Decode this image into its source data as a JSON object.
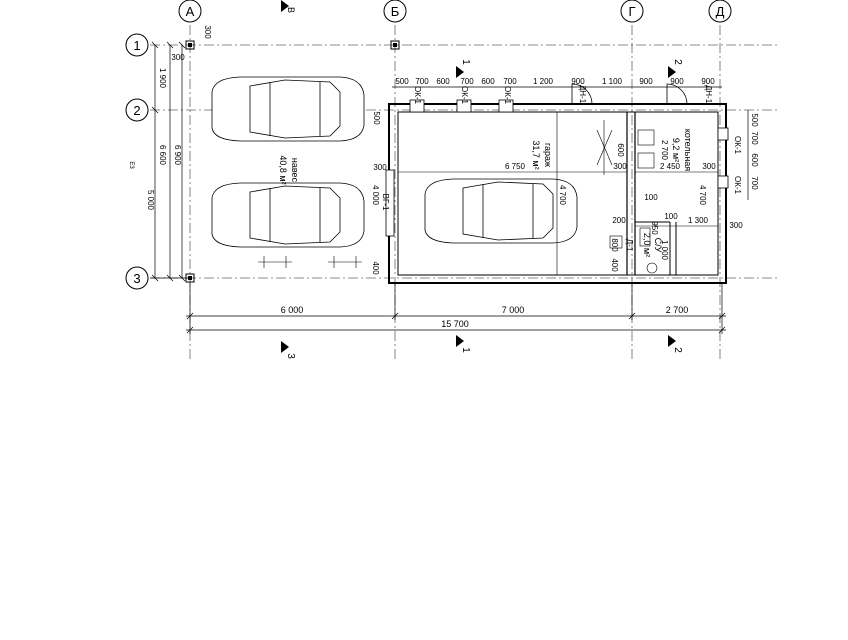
{
  "axes_letters": [
    "А",
    "Б",
    "Г",
    "Д"
  ],
  "axes_numbers": [
    "1",
    "2",
    "3"
  ],
  "axis_b_partial": "В",
  "section_marks": [
    "1",
    "2",
    "3"
  ],
  "bottom_dims": {
    "d1": "6 000",
    "d2": "7 000",
    "d3": "2 700",
    "total": "15 700"
  },
  "left_dims": {
    "d1": "1 900",
    "d2": "6 600",
    "d3": "6 900",
    "d4": "5 000",
    "d5": "300",
    "d6": "300"
  },
  "top_dims": [
    "500",
    "700",
    "600",
    "700",
    "600",
    "700",
    "1 200",
    "900",
    "1 100",
    "900",
    "900",
    "900"
  ],
  "right_dims": [
    "500",
    "700",
    "600",
    "700",
    "300"
  ],
  "labels": {
    "naves": "навес",
    "naves_area": "40,8 м²",
    "garazh": "гараж",
    "garazh_area": "31,7 м²",
    "kotelnaya": "котельная",
    "kotelnaya_area": "9,2 м²",
    "su": "С/У",
    "su_area": "2,0 м²",
    "vg": "ВГ-1",
    "ok": "ОК-1",
    "dn": "ДН-1",
    "d1": "Д-1"
  },
  "inner_dims": {
    "a": "6 750",
    "b": "4 700",
    "c": "4 700",
    "d": "2 450",
    "e": "2 700",
    "f": "1 300",
    "g": "1 000",
    "h": "200",
    "i": "100",
    "j": "100",
    "k": "800",
    "l": "400",
    "m": "400",
    "n": "300",
    "o": "300",
    "p": "300",
    "q": "500",
    "r": "600",
    "s": "4 000",
    "t": "950"
  },
  "small_mark": "E3"
}
